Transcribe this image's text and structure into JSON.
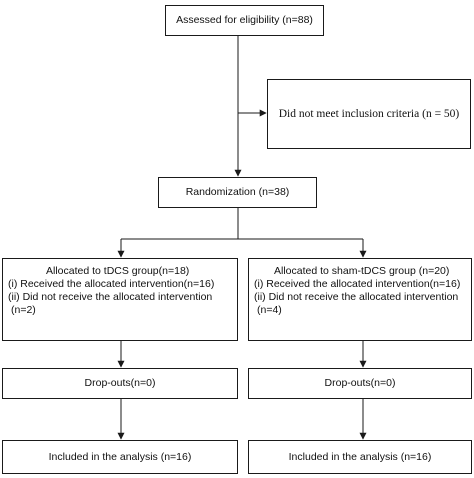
{
  "flowchart": {
    "eligibility": "Assessed for eligibility (n=88)",
    "excluded": "Did not meet inclusion criteria (n = 50)",
    "randomization": "Randomization (n=38)",
    "tdcs_group": {
      "title": "Allocated to tDCS group(n=18)",
      "received": "(i) Received the allocated intervention(n=16)",
      "not_received": "(ii) Did not receive the allocated intervention",
      "not_received_n": "(n=2)"
    },
    "sham_group": {
      "title": "Allocated to sham-tDCS group (n=20)",
      "received": "(i) Received the allocated intervention(n=16)",
      "not_received": "(ii) Did not receive the allocated  intervention",
      "not_received_n": "(n=4)"
    },
    "dropouts_left": "Drop-outs(n=0)",
    "dropouts_right": "Drop-outs(n=0)",
    "included_left": "Included in the analysis (n=16)",
    "included_right": "Included in the analysis (n=16)"
  }
}
